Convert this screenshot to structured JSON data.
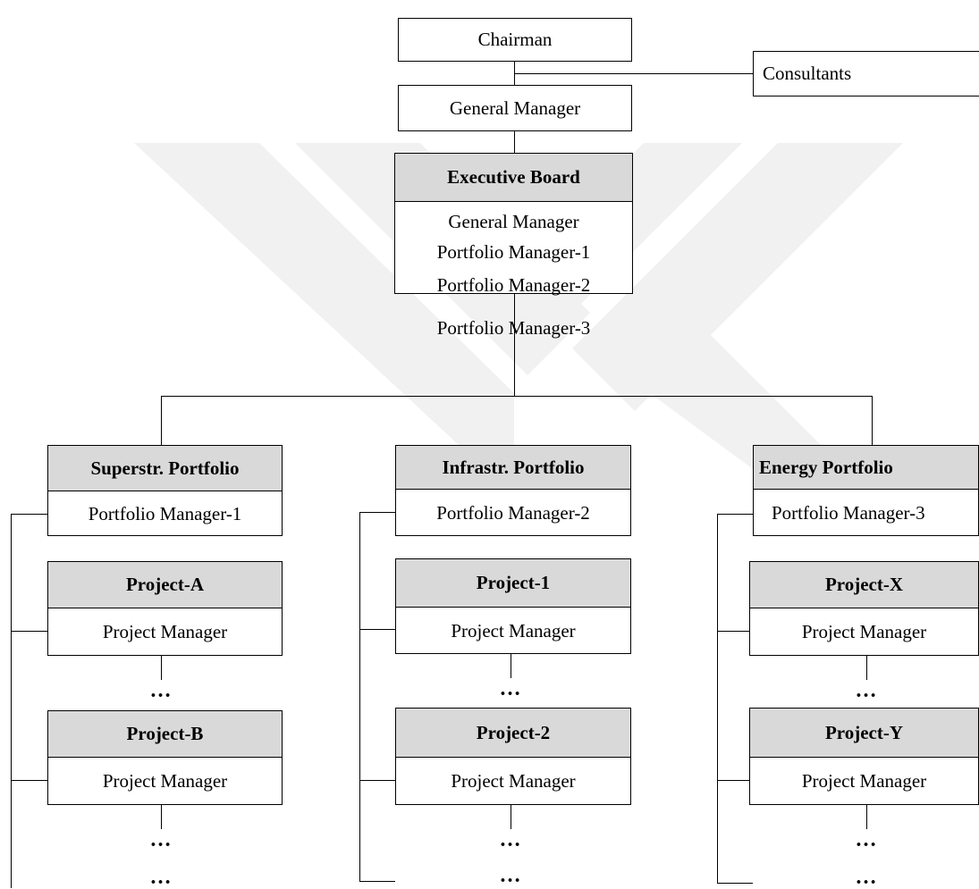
{
  "top": {
    "chairman": "Chairman",
    "consultants": "Consultants",
    "general_manager": "General Manager"
  },
  "executive_board": {
    "title": "Executive Board",
    "members": [
      "General Manager",
      "Portfolio Manager-1",
      "Portfolio Manager-2",
      "Portfolio Manager-3"
    ]
  },
  "portfolios": [
    {
      "title": "Superstr. Portfolio",
      "manager": "Portfolio Manager-1",
      "projects": [
        {
          "title": "Project-A",
          "manager": "Project Manager"
        },
        {
          "title": "Project-B",
          "manager": "Project Manager"
        }
      ]
    },
    {
      "title": "Infrastr. Portfolio",
      "manager": "Portfolio Manager-2",
      "projects": [
        {
          "title": "Project-1",
          "manager": "Project Manager"
        },
        {
          "title": "Project-2",
          "manager": "Project Manager"
        }
      ]
    },
    {
      "title": "Energy Portfolio",
      "manager": "Portfolio Manager-3",
      "projects": [
        {
          "title": "Project-X",
          "manager": "Project Manager"
        },
        {
          "title": "Project-Y",
          "manager": "Project Manager"
        }
      ]
    }
  ],
  "ellipsis": "…",
  "colors": {
    "header_fill": "#d9d9d9",
    "line": "#000000",
    "watermark": "#ececec"
  }
}
